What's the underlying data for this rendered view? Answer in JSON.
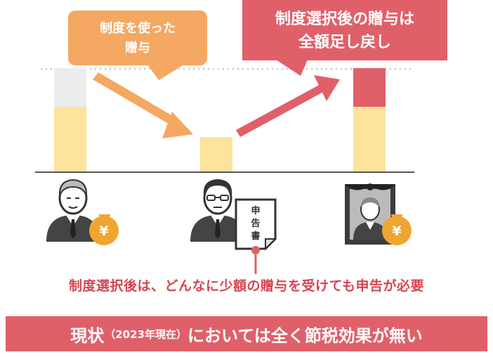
{
  "bubble_left": {
    "line1": "制度を使った",
    "line2": "贈与"
  },
  "bubble_right": {
    "line1": "制度選択後の贈与は",
    "line2": "全額足し戻し"
  },
  "document_label": {
    "c1": "申",
    "c2": "告",
    "c3": "書"
  },
  "note": "制度選択後は、どんなに少額の贈与を受けても申告が必要",
  "banner": {
    "part1": "現状",
    "part2": "（2023年現在）",
    "part3": "においては全く節税効果が無い"
  },
  "coin_symbol": "¥",
  "icons": [
    "man-with-coin-bag-icon",
    "man-with-glasses-icon",
    "document-icon",
    "memorial-portrait-icon",
    "money-bag-icon"
  ],
  "colors": {
    "orange": "#f4a862",
    "red": "#e0606a",
    "yellow": "#fde39c",
    "gray_top": "#ececec",
    "gold": "#f0a531",
    "dark": "#333333"
  }
}
